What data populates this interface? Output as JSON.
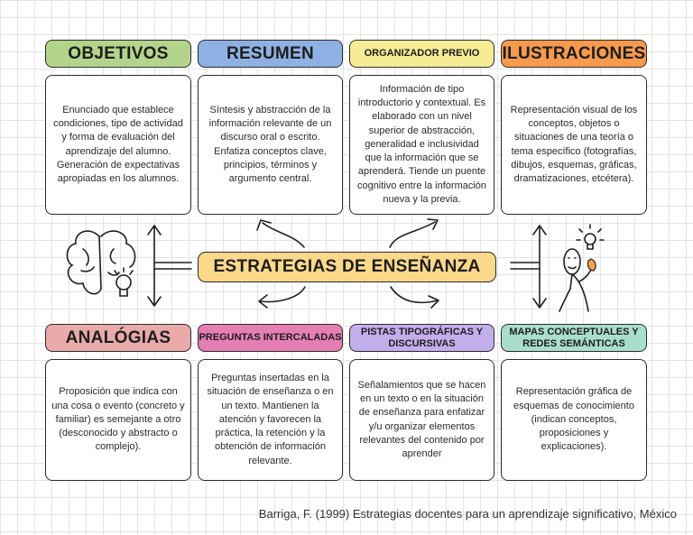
{
  "center": {
    "title": "ESTRATEGIAS DE ENSEÑANZA",
    "color": "#FBD98A"
  },
  "top": [
    {
      "title": "OBJETIVOS",
      "color": "#B3D48B",
      "size": "big",
      "text": "Enunciado que establece condiciones, tipo de actividad y forma de evaluación del aprendizaje del alumno. Generación de expectativas apropiadas en los alumnos."
    },
    {
      "title": "RESUMEN",
      "color": "#8FB0E3",
      "size": "big",
      "text": "Síntesis y abstracción de la información relevante de un discurso oral o escrito. Enfatiza conceptos clave, principios, términos y argumento central."
    },
    {
      "title": "ORGANIZADOR PREVIO",
      "color": "#F5EC95",
      "size": "small",
      "text": "Información de tipo introductorio y contextual. Es elaborado con un nivel superior de abstracción, generalidad e inclusividad que la información que se aprenderá. Tiende un puente cognitivo entre la información nueva y la previa."
    },
    {
      "title": "ILUSTRACIONES",
      "color": "#F79A4D",
      "size": "big",
      "text": "Representación visual de los conceptos, objetos o situaciones de una teoría o tema específico (fotografías, dibujos, esquemas, gráficas, dramatizaciones, etcétera)."
    }
  ],
  "bottom": [
    {
      "title": "ANALÓGIAS",
      "color": "#E9AAAA",
      "size": "big",
      "text": "Proposición que indica con una cosa o evento (concreto y familiar) es semejante a otro (desconocido y abstracto o complejo)."
    },
    {
      "title": "PREGUNTAS INTERCALADAS",
      "color": "#E57FB3",
      "size": "small",
      "text": "Preguntas insertadas en la situación de enseñanza o en un texto. Mantienen la atención y favorecen la práctica, la retención y la obtención de información relevante."
    },
    {
      "title": "PISTAS TIPOGRÁFICAS Y DISCURSIVAS",
      "color": "#C3AEEC",
      "size": "small",
      "text": "Señalamientos que se hacen en un texto o en la situación de enseñanza para enfatizar y/u organizar elementos relevantes del contenido por aprender"
    },
    {
      "title": "MAPAS CONCEPTUALES Y REDES SEMÁNTICAS",
      "color": "#A9DECB",
      "size": "small",
      "text": "Representación gráfica de esquemas de conocimiento (indican conceptos, proposiciones y explicaciones)."
    }
  ],
  "citation": "Barriga, F. (1999) Estrategias docentes para un aprendizaje significativo, México"
}
